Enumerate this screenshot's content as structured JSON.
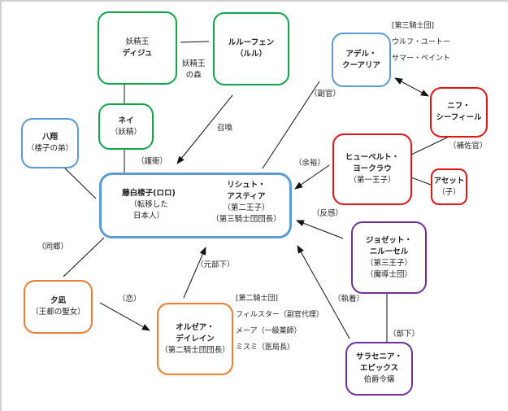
{
  "colors": {
    "fairy": "#0fa64a",
    "protagonist": "#5b9bd5",
    "first_prince": "#e31414",
    "second_knights": "#ed7d31",
    "third_prince": "#7030a0"
  },
  "nodes": {
    "diju": {
      "line1": "妖精王",
      "name": "ディジュ"
    },
    "rurufen": {
      "name": "ルルーフェン",
      "line2": "（ルル）"
    },
    "nei": {
      "name": "ネイ",
      "line2": "（妖精）"
    },
    "hasho": {
      "name": "八翔",
      "line2": "（楼子の弟）"
    },
    "main": {
      "left_name": "藤白楼子(ロロ)",
      "left_line2": "（転移した",
      "left_line3": "日本人）",
      "right_name1": "リシュト・",
      "right_name2": "アスティア",
      "right_line3": "（第二王子）",
      "right_line4": "（第三騎士団団長）"
    },
    "adel": {
      "name1": "アデル・",
      "name2": "クーアリア"
    },
    "nifu": {
      "name1": "ニフ・",
      "name2": "シーフィール"
    },
    "hubert": {
      "name1": "ヒューベルト・",
      "name2": "ヨークラウ",
      "line3": "（第一王子）"
    },
    "aset": {
      "name": "アセット",
      "line2": "（子）"
    },
    "joset": {
      "name1": "ジョゼット・",
      "name2": "ニルーセル",
      "line3": "（第三王子）",
      "line4": "（魔導士団）"
    },
    "yuna": {
      "name": "夕凪",
      "line2": "（王都の聖女）"
    },
    "olzea": {
      "name1": "オルゼア・",
      "name2": "デイレイン",
      "line3": "（第二騎士団団長）"
    },
    "sarasenia": {
      "name1": "サラセニア・",
      "name2": "エピックス",
      "line3": "伯爵令嬢"
    }
  },
  "edge_labels": {
    "fairy_forest1": "妖精王",
    "fairy_forest2": "の森",
    "summon": "召喚",
    "guard": "（護衛）",
    "vice": "（副官）",
    "yoyu": "（余裕）",
    "aide": "（補佐官）",
    "hankan": "（反感）",
    "doukyou": "（同郷）",
    "koi": "（恋）",
    "moto_buka": "（元部下）",
    "shuchaku": "（執着）",
    "buka": "（部下）"
  },
  "third_knights": {
    "header": "[第三騎士団]",
    "members": [
      "ウルフ・ユートー",
      "サマー・ペイント"
    ]
  },
  "second_knights": {
    "header": "[第二騎士団]",
    "members": [
      "フィルスター（副官代理）",
      "メーア（一級薬師）",
      "ミスミ（医局長）"
    ]
  }
}
